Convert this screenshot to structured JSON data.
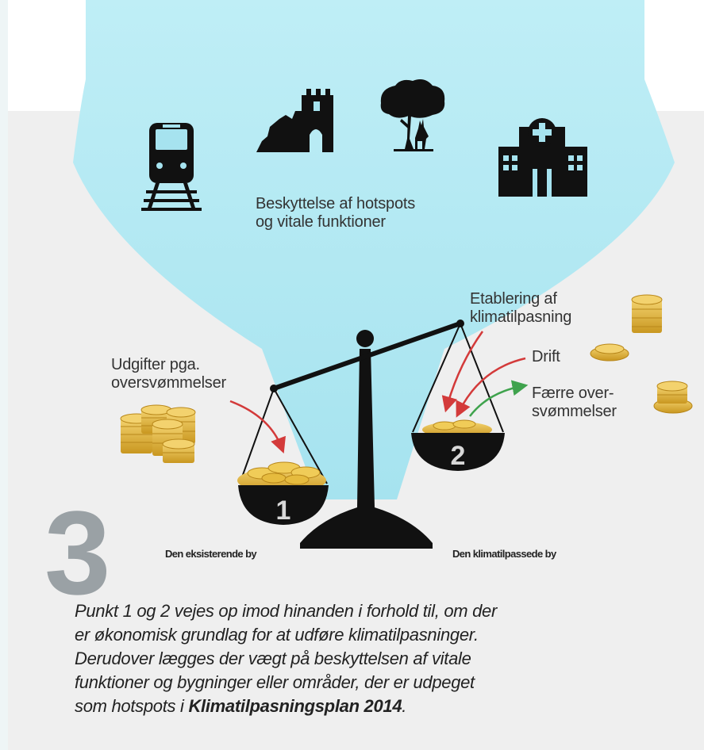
{
  "header": {
    "protection_line1": "Beskyttelse af  hotspots",
    "protection_line2": "og vitale funktioner"
  },
  "scale": {
    "left_label_line1": "Udgifter pga.",
    "left_label_line2": "oversvømmelser",
    "right_label_line1": "Etablering af",
    "right_label_line2": "klimatilpasning",
    "drift_label": "Drift",
    "fewer_line1": "Færre over-",
    "fewer_line2": "svømmelser",
    "pan1_number": "1",
    "pan2_number": "2",
    "left_city": "Den eksisterende by",
    "right_city": "Den klimatilpassede by"
  },
  "step_number": "3",
  "caption": {
    "line1": "Punkt 1 og 2 vejes op imod hinanden i forhold til, om der",
    "line2": "er økonomisk grundlag for at udføre klimatilpasninger.",
    "line3": "Derudover lægges der vægt på beskyttelsen af vitale",
    "line4": "funktioner og bygninger eller områder, der er udpeget",
    "line5_prefix": "som hotspots i ",
    "line5_bold": "Klimatilpasningsplan 2014",
    "line5_suffix": "."
  },
  "colors": {
    "beam": "#aee8f2",
    "coin": "#e0b640",
    "arrow_red": "#d33a3a",
    "arrow_green": "#3fa34d",
    "dark": "#111111"
  },
  "icons": [
    "train-icon",
    "castle-icon",
    "tree-deer-icon",
    "hospital-icon",
    "coins-icon"
  ]
}
